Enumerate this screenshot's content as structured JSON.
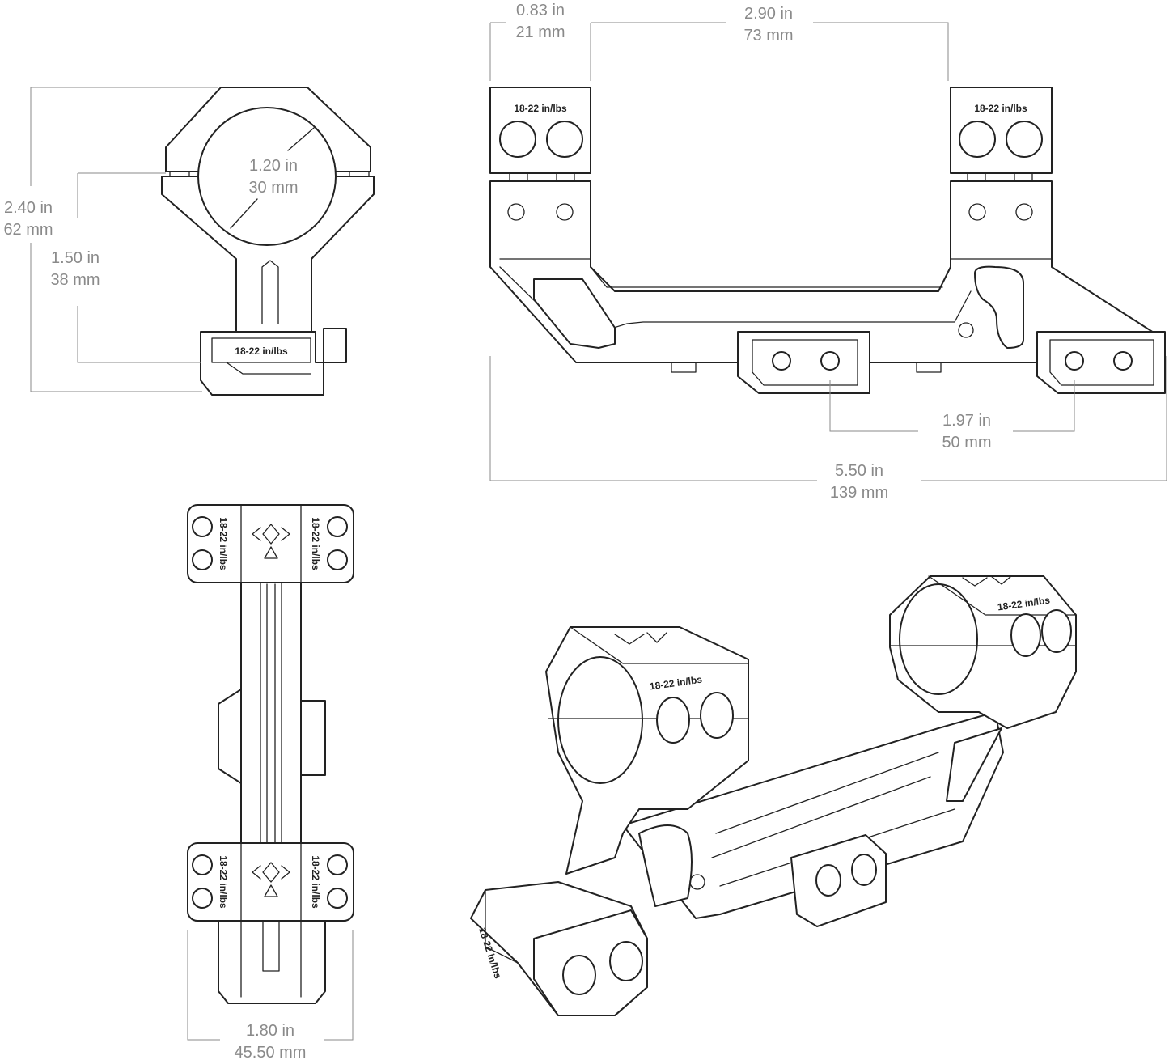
{
  "colors": {
    "outline": "#222222",
    "dimension": "#8a8a8a",
    "background": "#ffffff"
  },
  "torque_label": "18-22 in/lbs",
  "front_view": {
    "height": {
      "in": "2.40 in",
      "mm": "62 mm"
    },
    "center_height": {
      "in": "1.50 in",
      "mm": "38 mm"
    },
    "ring_diameter": {
      "in": "1.20 in",
      "mm": "30 mm"
    }
  },
  "side_view": {
    "ring_width": {
      "in": "0.83 in",
      "mm": "21 mm"
    },
    "ring_spacing": {
      "in": "2.90 in",
      "mm": "73 mm"
    },
    "clamp_spacing": {
      "in": "1.97 in",
      "mm": "50 mm"
    },
    "overall_length": {
      "in": "5.50 in",
      "mm": "139 mm"
    }
  },
  "top_view": {
    "width": {
      "in": "1.80 in",
      "mm": "45.50 mm"
    }
  }
}
